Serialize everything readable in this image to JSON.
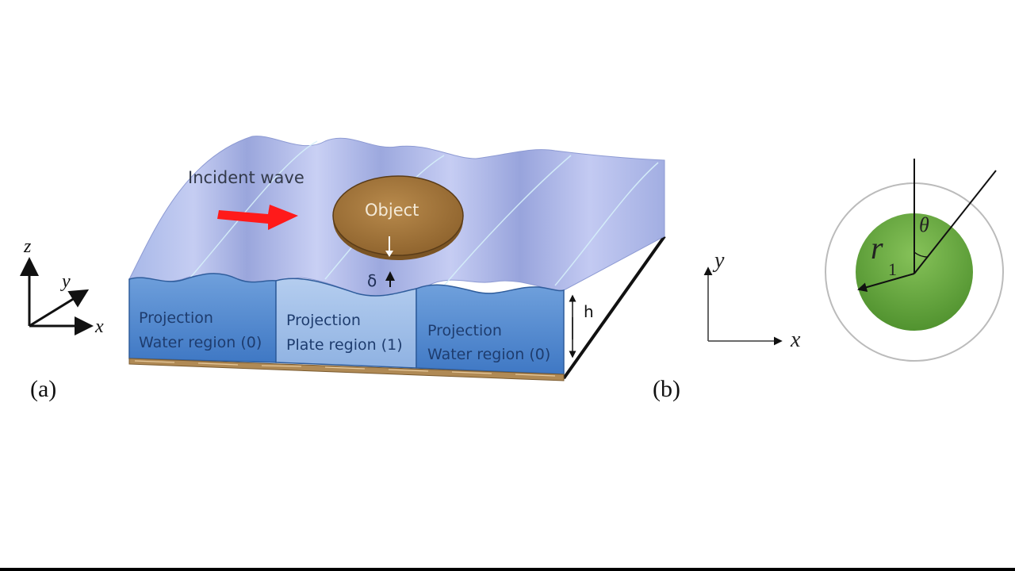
{
  "panel_a": {
    "label": "(a)",
    "axes": {
      "z": "z",
      "y": "y",
      "x": "x"
    },
    "incident_wave_label": "Incident wave",
    "object_label": "Object",
    "gap_label": "δ",
    "depth_label": "h",
    "regions": [
      {
        "line1": "Projection",
        "line2": "Water region (0)"
      },
      {
        "line1": "Projection",
        "line2": "Plate region (1)"
      },
      {
        "line1": "Projection",
        "line2": "Water region (0)"
      }
    ],
    "colors": {
      "water_surface": "#a9b4e6",
      "water_side": "#5b8fd0",
      "plate_side": "#9fbfe6",
      "seabed": "#b08a55",
      "object": "#a87a3c",
      "arrow": "#ff1a1a"
    }
  },
  "panel_b": {
    "label": "(b)",
    "axes": {
      "y": "y",
      "x": "x"
    },
    "radius_label": "r",
    "radius_subscript": "1",
    "angle_label": "θ",
    "colors": {
      "disk": "#6fae45",
      "outer_ring": "#bbbbbb"
    }
  }
}
